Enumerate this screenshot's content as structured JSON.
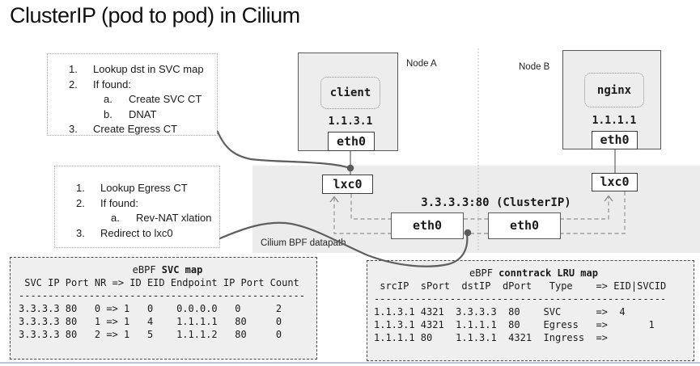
{
  "slide": {
    "title": "ClusterIP (pod to pod) in Cilium"
  },
  "notes": {
    "svc_lookup": {
      "lines": [
        {
          "marker": "1.",
          "text": "Lookup dst in SVC map"
        },
        {
          "marker": "2.",
          "text": "If found:"
        },
        {
          "marker": "a.",
          "text": "Create SVC CT"
        },
        {
          "marker": "b.",
          "text": "DNAT"
        },
        {
          "marker": "3.",
          "text": "Create Egress CT"
        }
      ]
    },
    "egress_lookup": {
      "lines": [
        {
          "marker": "1.",
          "text": "Lookup Egress CT"
        },
        {
          "marker": "2.",
          "text": "If found:"
        },
        {
          "marker": "a.",
          "text": "Rev-NAT xlation"
        },
        {
          "marker": "3.",
          "text": "Redirect to lxc0"
        }
      ]
    }
  },
  "node_a": {
    "label": "Node A",
    "pod": "client",
    "pod_ip": "1.1.3.1",
    "host_iface": "eth0",
    "veth": "lxc0"
  },
  "node_b": {
    "label": "Node B",
    "pod": "nginx",
    "pod_ip": "1.1.1.1",
    "host_iface": "eth0",
    "veth": "lxc0"
  },
  "datapath": {
    "label": "Cilium BPF datapath",
    "cluster_ip": "3.3.3.3:80 (ClusterIP)",
    "node_a_iface": "eth0",
    "node_b_iface": "eth0"
  },
  "svc_map": {
    "title_normal": "eBPF ",
    "title_bold": "SVC map",
    "header": " SVC IP Port NR => ID EID Endpoint IP Port Count",
    "separator": "-------------------------------------------------",
    "rows": [
      "3.3.3.3 80   0 => 1   0    0.0.0.0   0      2",
      "3.3.3.3 80   1 => 1   4    1.1.1.1   80     0",
      "3.3.3.3 80   2 => 1   5    1.1.1.2   80     0"
    ]
  },
  "conntrack_map": {
    "title_normal": "eBPF ",
    "title_bold": "conntrack LRU map",
    "header": " srcIP  sPort  dstIP  dPort   Type    => EID|SVCID",
    "separator": "--------------------------------------------------",
    "rows": [
      "1.1.3.1 4321  3.3.3.3  80    SVC      =>  4",
      "1.1.3.1 4321  1.1.1.1  80    Egress   =>       1",
      "1.1.1.1 80    1.1.3.1  4321  Ingress  =>"
    ]
  },
  "colors": {
    "band": "#ececec",
    "node_fill": "#ededed",
    "map_fill": "#efefef",
    "stroke_dark": "#595959",
    "stroke_dashed": "#9e9e9e",
    "bottom_rule": "#b7c8dd"
  }
}
